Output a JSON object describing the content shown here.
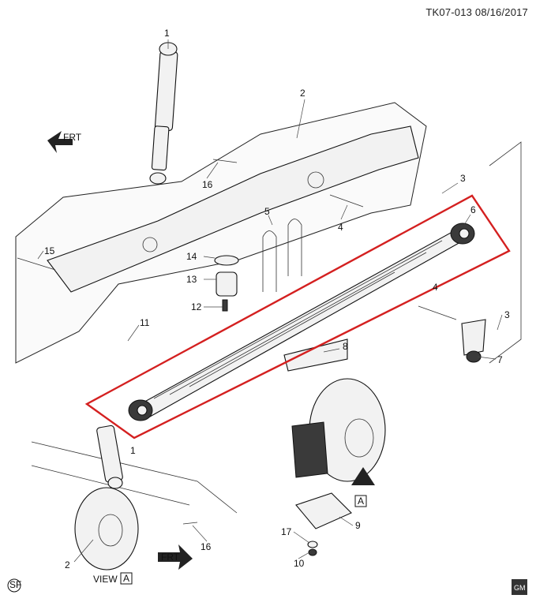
{
  "header": {
    "code": "TK07-013",
    "date": "08/16/2017"
  },
  "callouts": [
    "1",
    "2",
    "3",
    "4",
    "5",
    "6",
    "7",
    "8",
    "9",
    "10",
    "11",
    "12",
    "13",
    "14",
    "15",
    "16",
    "17"
  ],
  "arrows": {
    "front_label_1": "FRT",
    "front_label_2": "FRT",
    "view_ref": "A"
  },
  "view_caption": {
    "text": "VIEW",
    "box": "A"
  },
  "corner_logo": "GM",
  "corner_badge": "SF",
  "colors": {
    "highlight": "#d42020",
    "line": "#111111"
  }
}
